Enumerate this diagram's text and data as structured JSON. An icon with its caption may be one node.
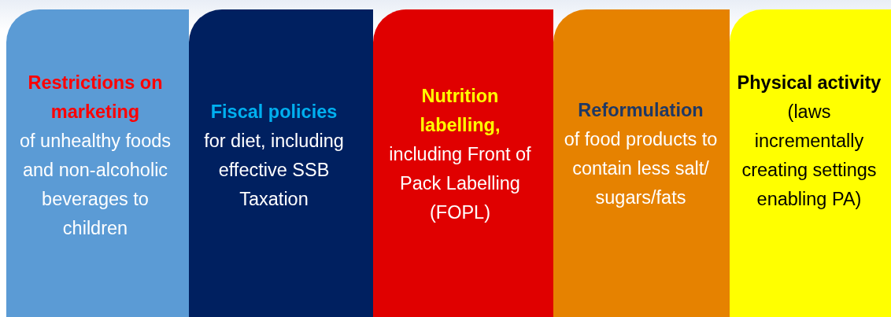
{
  "diagram": {
    "nodes": [
      {
        "text": [
          "Restrictions on marketing",
          "of unhealthy foods and non-alcoholic beverages to children"
        ]
      },
      {
        "text": [
          "Fiscal policies",
          "for diet, including effective SSB Taxation"
        ]
      },
      {
        "text": [
          "Nutrition labelling,",
          "including Front of Pack Labelling (FOPL)"
        ]
      },
      {
        "text": [
          "Reformulation",
          "of food products to contain less salt/ sugars/fats"
        ]
      },
      {
        "text": [
          "Physical activity",
          "(laws incrementally creating settings enabling PA)"
        ]
      }
    ],
    "edges": []
  }
}
